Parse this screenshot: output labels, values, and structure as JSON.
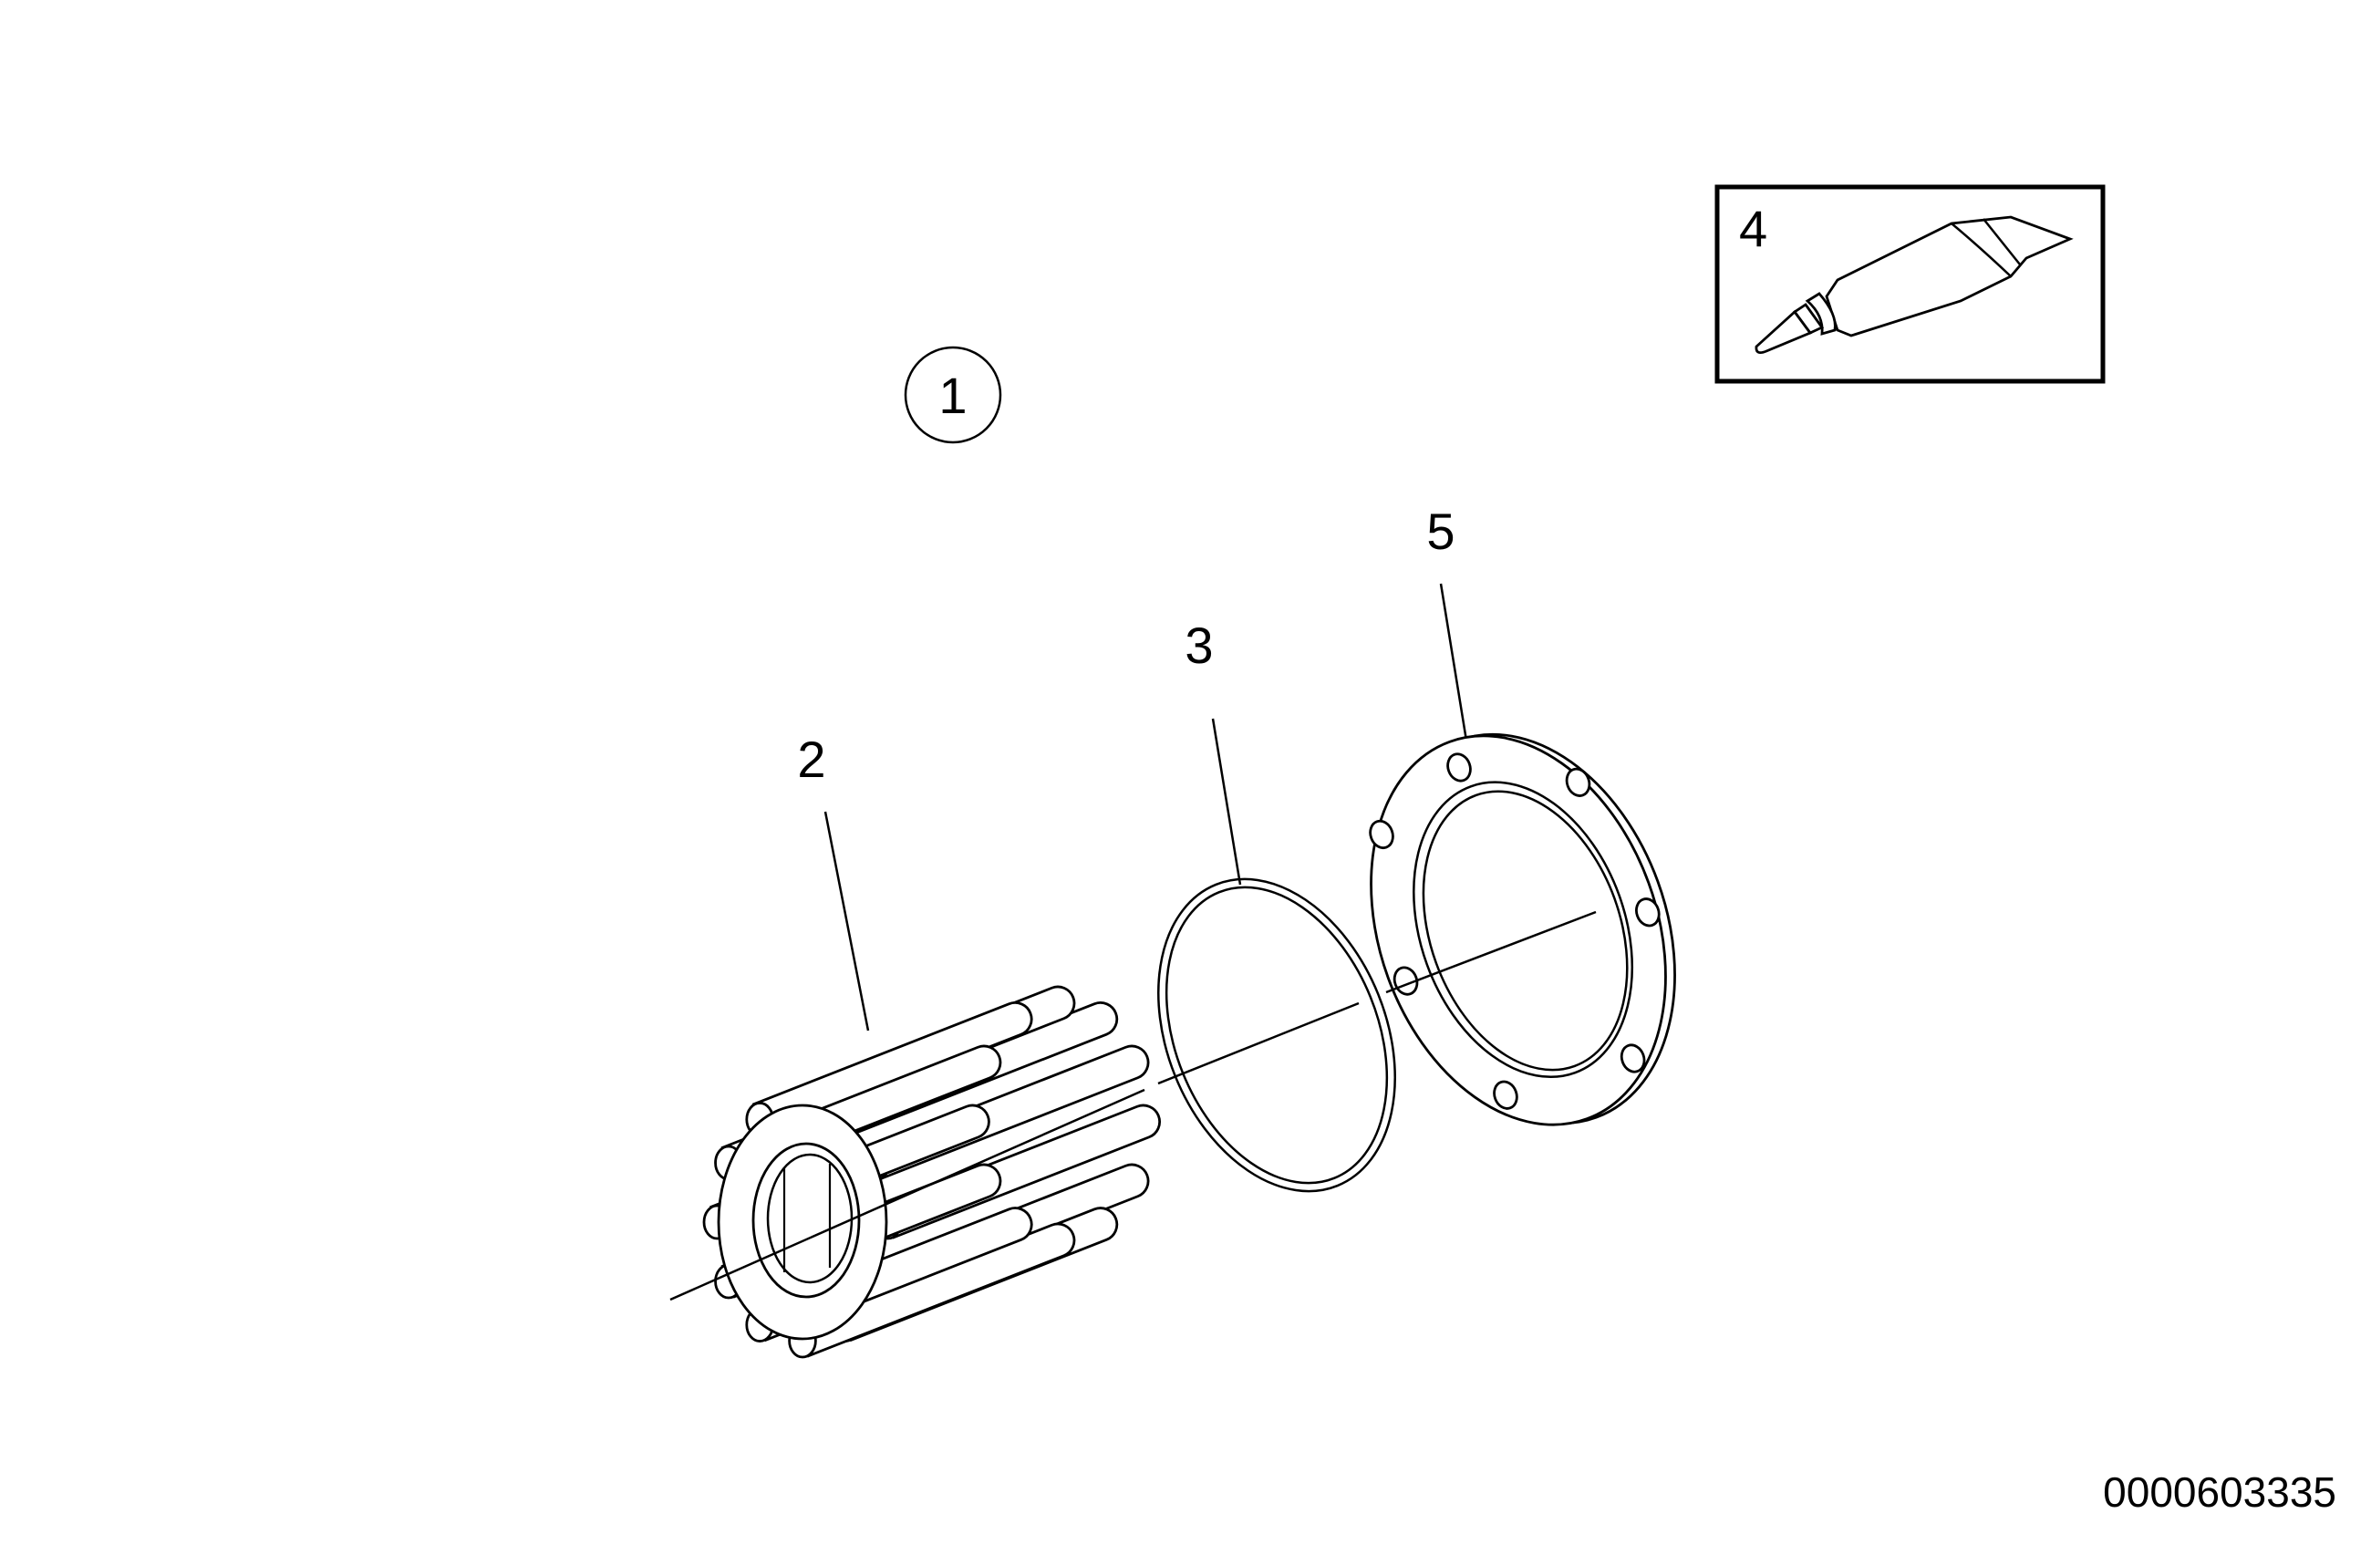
{
  "diagram": {
    "assembly_callout": "1",
    "drawing_number": "0000603335",
    "parts": [
      {
        "callout": "2",
        "name": "impeller-icon"
      },
      {
        "callout": "3",
        "name": "o-ring-icon"
      },
      {
        "callout": "4",
        "name": "lubricant-tube-icon"
      },
      {
        "callout": "5",
        "name": "gasket-icon"
      }
    ],
    "colors": {
      "line": "#000000",
      "background": "#ffffff"
    }
  }
}
